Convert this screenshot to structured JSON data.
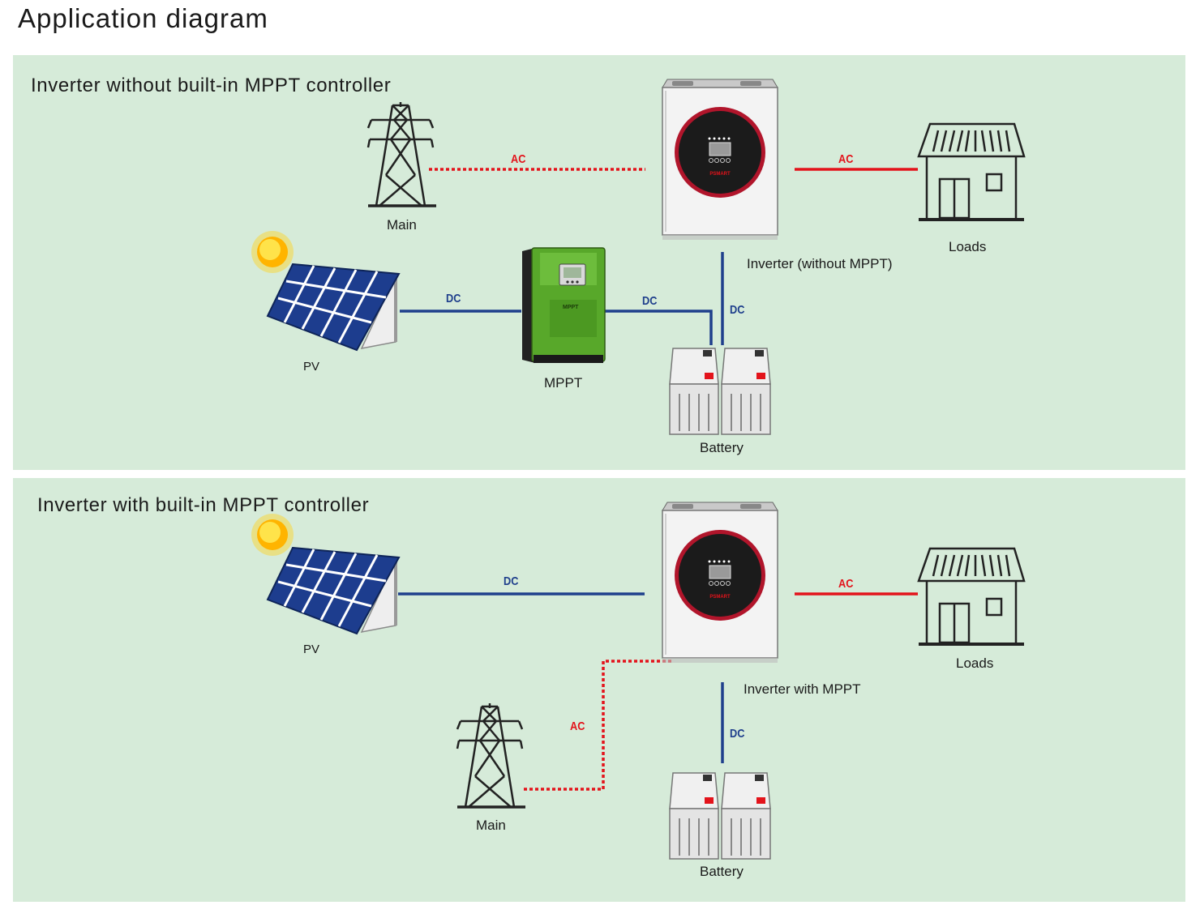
{
  "page_title": "Application diagram",
  "colors": {
    "panel_bg": "#d6ebd9",
    "ac_line": "#e3131b",
    "dc_line": "#1f3f8c",
    "mppt_body": "#58a82a",
    "inverter_ring": "#b1152b"
  },
  "top_panel": {
    "title": "Inverter without built-in MPPT controller",
    "labels": {
      "main": "Main",
      "loads": "Loads",
      "inverter": "Inverter (without MPPT)",
      "pv": "PV",
      "mppt": "MPPT",
      "battery": "Battery"
    },
    "links": {
      "main_inverter": "AC",
      "inverter_loads": "AC",
      "pv_mppt": "DC",
      "mppt_battery": "DC",
      "inverter_battery": "DC"
    }
  },
  "bottom_panel": {
    "title": "Inverter with built-in MPPT controller",
    "labels": {
      "pv": "PV",
      "loads": "Loads",
      "inverter": "Inverter with MPPT",
      "main": "Main",
      "battery": "Battery"
    },
    "links": {
      "pv_inverter": "DC",
      "inverter_loads": "AC",
      "main_inverter": "AC",
      "inverter_battery": "DC"
    }
  },
  "device_marks": {
    "inverter_brand": "PSMART",
    "mppt_screen": "MPPT"
  }
}
